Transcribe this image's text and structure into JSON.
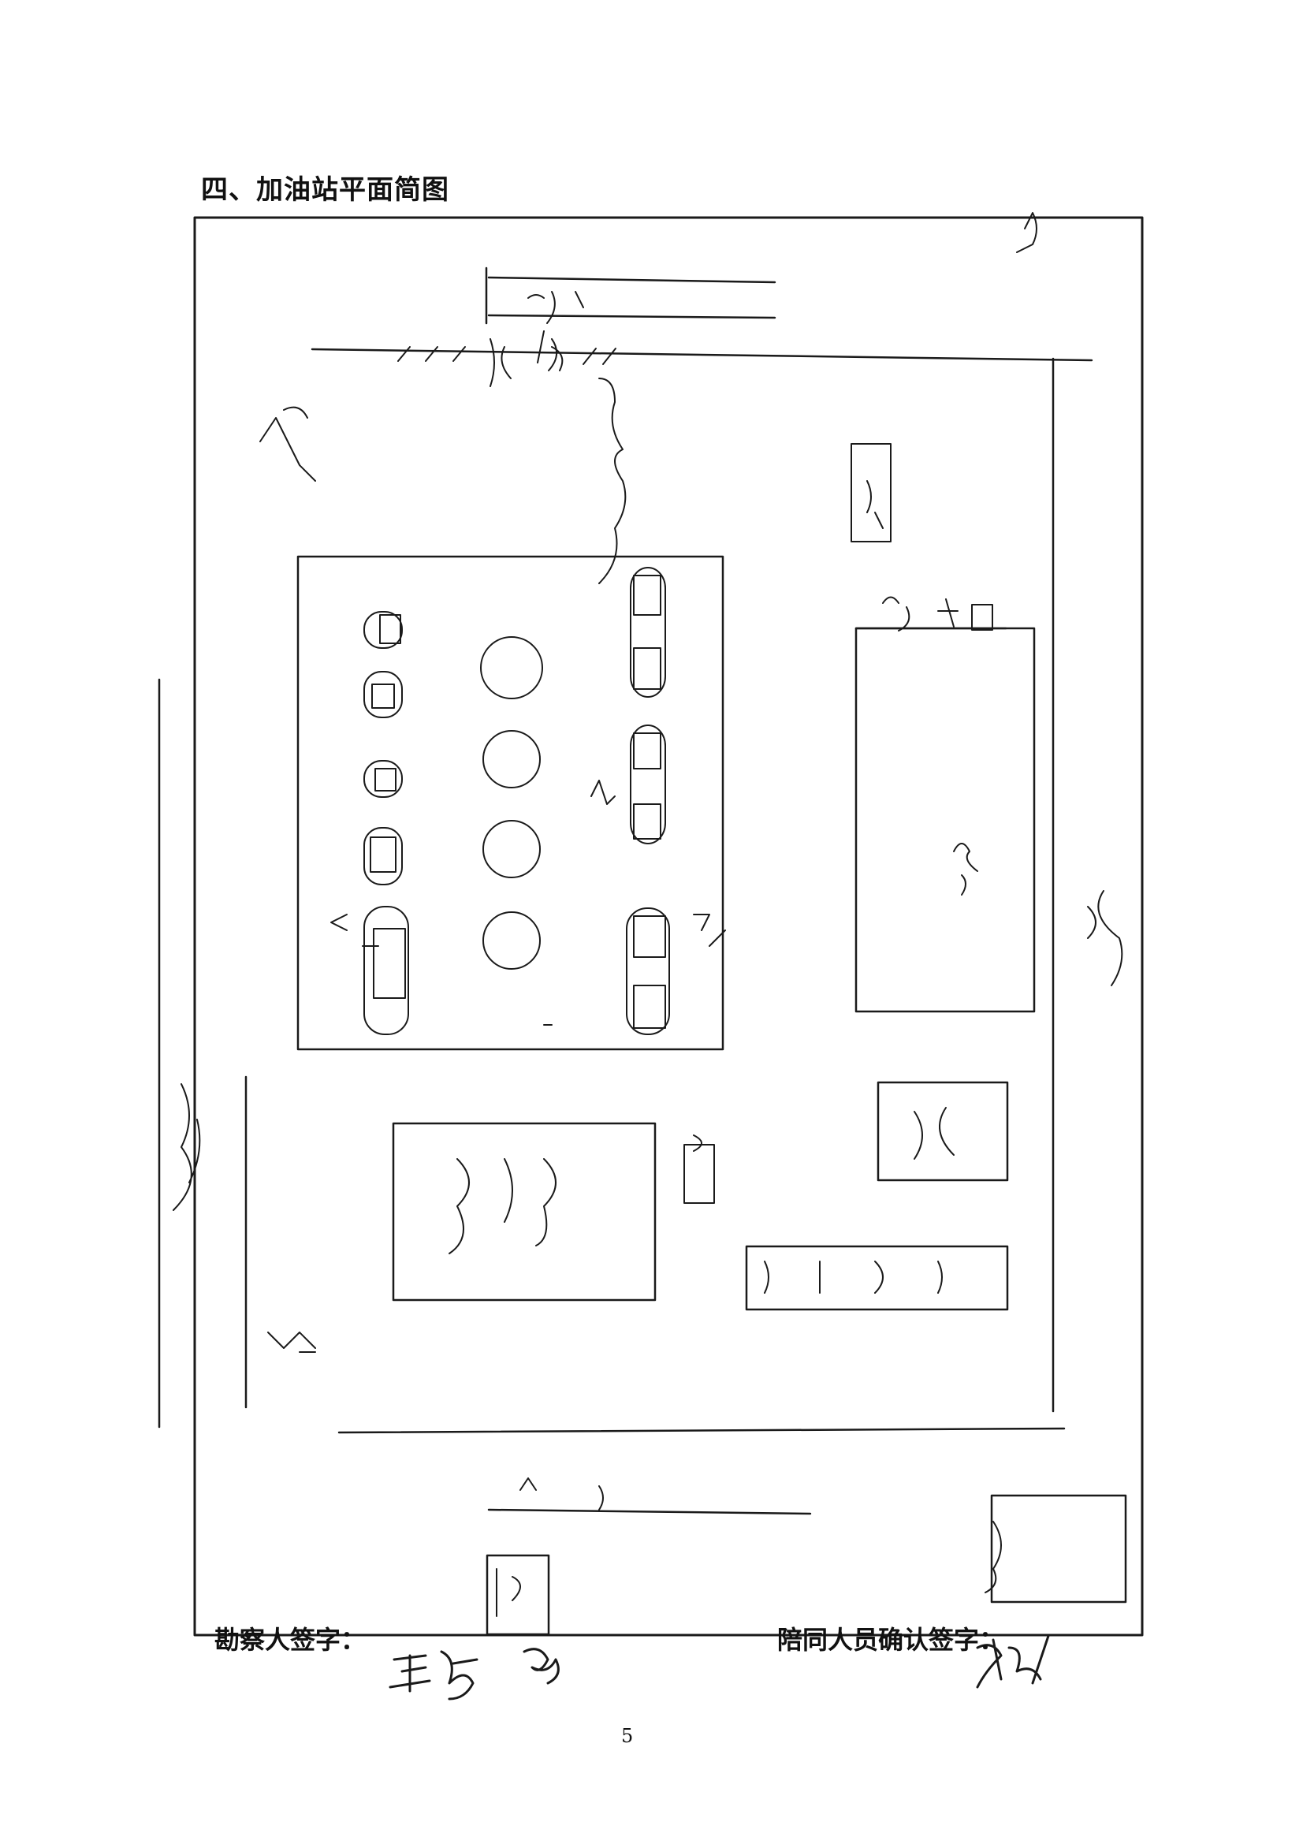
{
  "document": {
    "section_title": "四、加油站平面简图",
    "inspector_signature_label": "勘察人签字：",
    "companion_signature_label": "陪同人员确认签字：",
    "page_number": "5"
  },
  "handwritten_marks": [
    "handwritten-site-sketch",
    "handwritten-inspector-signature",
    "handwritten-companion-signature"
  ],
  "colors": {
    "paper": "#ffffff",
    "ink": "#1a1a1a",
    "print": "#111111"
  }
}
